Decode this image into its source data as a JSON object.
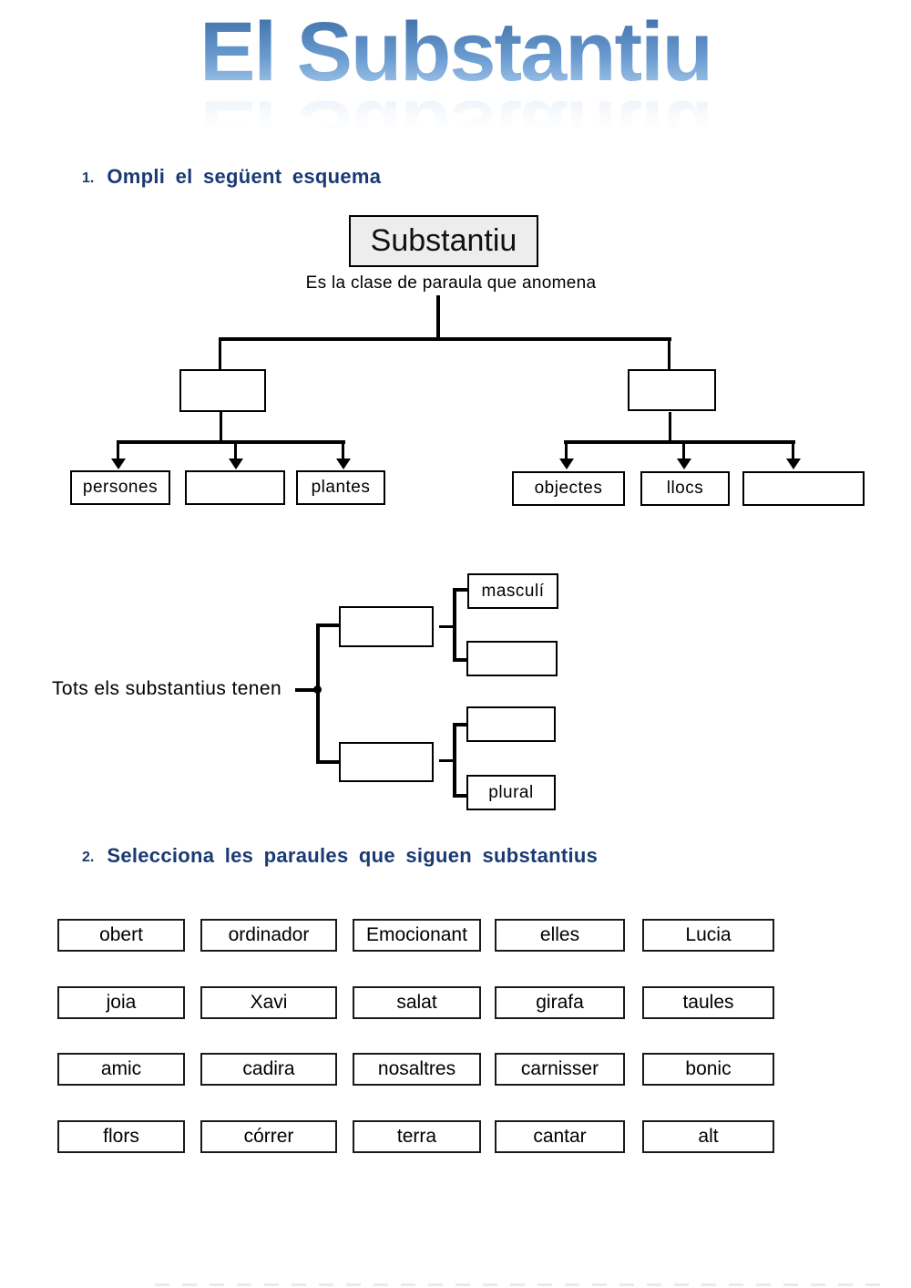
{
  "title": "El Substantiu",
  "section1": {
    "number": "1.",
    "heading": "Ompli el següent esquema"
  },
  "tree": {
    "root_label": "Substantiu",
    "caption": "Es la clase de paraula que anomena",
    "branch_left": "",
    "branch_right": "",
    "leaves_left": [
      "persones",
      "",
      "plantes"
    ],
    "leaves_right": [
      "objectes",
      "llocs",
      ""
    ]
  },
  "classification": {
    "label": "Tots els substantius tenen",
    "groups": [
      {
        "parent": "",
        "children": [
          "masculí",
          ""
        ]
      },
      {
        "parent": "",
        "children": [
          "",
          "plural"
        ]
      }
    ]
  },
  "section2": {
    "number": "2.",
    "heading": "Selecciona les paraules que siguen substantius",
    "rows": [
      [
        "obert",
        "ordinador",
        "Emocionant",
        "elles",
        "Lucia"
      ],
      [
        "joia",
        "Xavi",
        "salat",
        "girafa",
        "taules"
      ],
      [
        "amic",
        "cadira",
        "nosaltres",
        "carnisser",
        "bonic"
      ],
      [
        "flors",
        "córrer",
        "terra",
        "cantar",
        "alt"
      ]
    ]
  },
  "colors": {
    "heading_navy": "#1a3a73",
    "title_gradient_top": "#3d6fa8",
    "title_gradient_bottom": "#a9cbec",
    "root_box_fill": "#ededed",
    "line_black": "#000000",
    "page_background": "#ffffff"
  }
}
